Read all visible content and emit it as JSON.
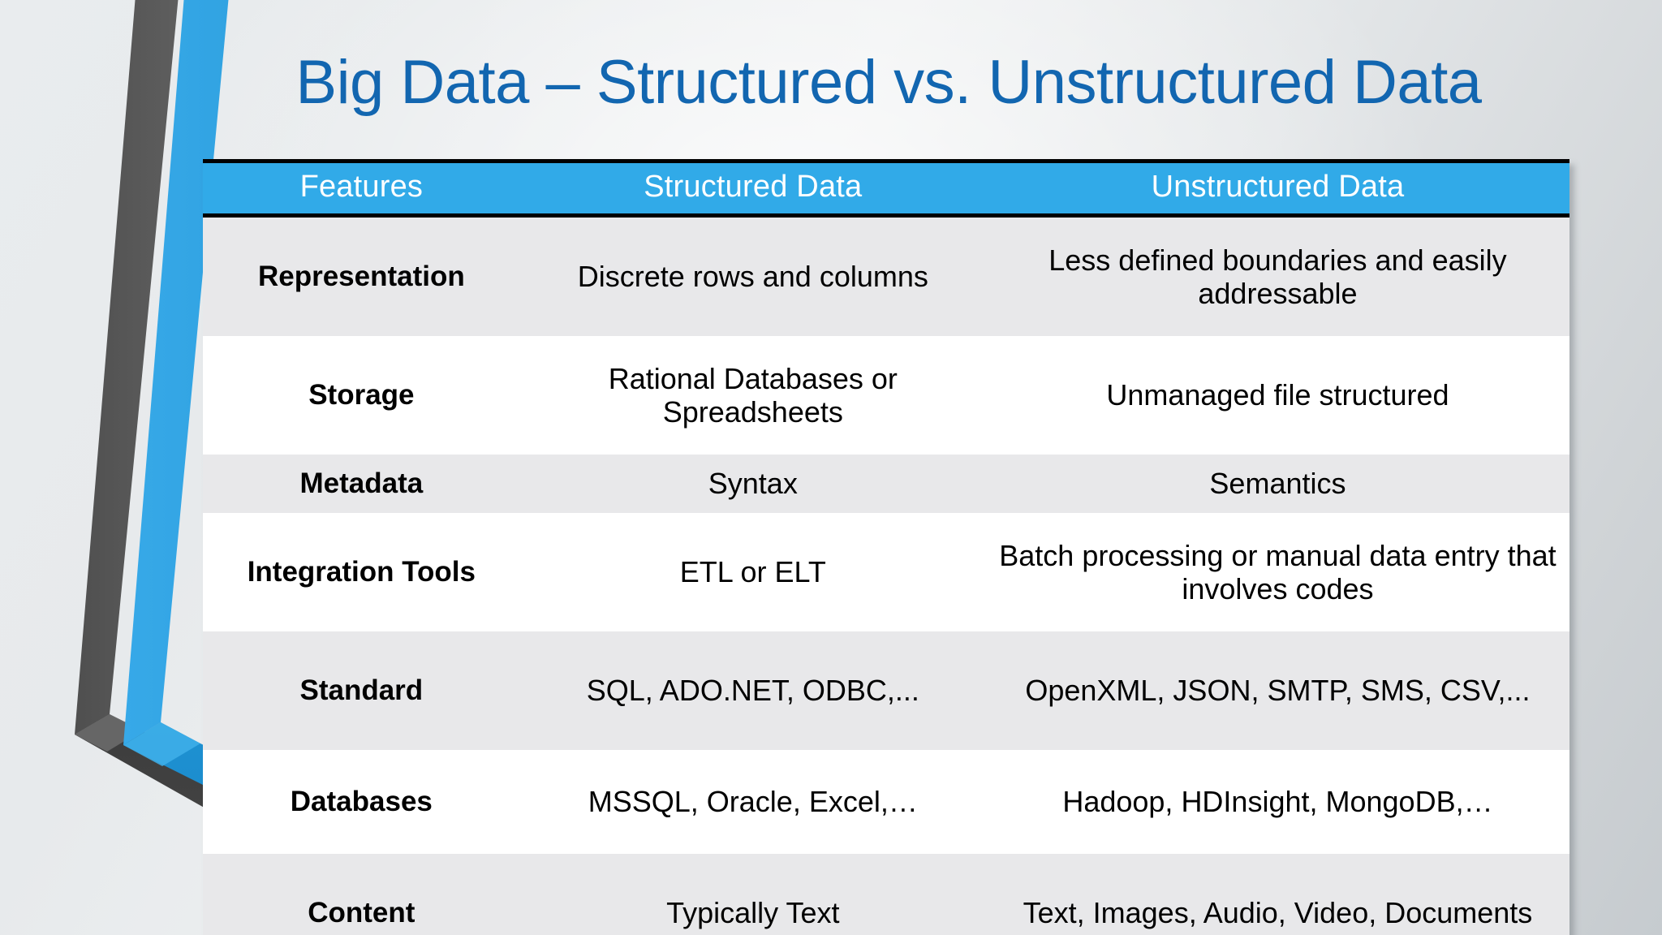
{
  "slide": {
    "title": "Big Data – Structured vs. Unstructured Data",
    "colors": {
      "title_blue": "#1266b0",
      "header_blue": "#31aae8",
      "chevron_blue": "#35a8e5",
      "chevron_blue_dark": "#1b8dcd",
      "chevron_gray": "#585858",
      "chevron_gray_dark": "#3a3a3a",
      "row_gray": "#e8e8ea",
      "row_white": "#ffffff",
      "text_black": "#000000",
      "background_gray": "#e2e5e7"
    }
  },
  "table": {
    "headers": [
      "Features",
      "Structured Data",
      "Unstructured Data"
    ],
    "rows": [
      {
        "feature": "Representation",
        "structured": "Discrete rows and columns",
        "unstructured": "Less defined boundaries and easily addressable",
        "band": "gray"
      },
      {
        "feature": "Storage",
        "structured": "Rational Databases or Spreadsheets",
        "unstructured": "Unmanaged file structured",
        "band": "white"
      },
      {
        "feature": "Metadata",
        "structured": "Syntax",
        "unstructured": "Semantics",
        "band": "gray"
      },
      {
        "feature": "Integration Tools",
        "structured": "ETL or ELT",
        "unstructured": "Batch processing or manual data entry that involves codes",
        "band": "white"
      },
      {
        "feature": "Standard",
        "structured": "SQL, ADO.NET, ODBC,...",
        "unstructured": "OpenXML, JSON, SMTP, SMS, CSV,...",
        "band": "gray"
      },
      {
        "feature": "Databases",
        "structured": "MSSQL, Oracle, Excel,…",
        "unstructured": "Hadoop, HDInsight, MongoDB,…",
        "band": "white"
      },
      {
        "feature": "Content",
        "structured": "Typically Text",
        "unstructured": "Text, Images, Audio, Video, Documents",
        "band": "gray"
      }
    ]
  },
  "decoration": {
    "chevron_gray_label": "gray-chevron-band",
    "chevron_blue_label": "blue-chevron-band"
  }
}
